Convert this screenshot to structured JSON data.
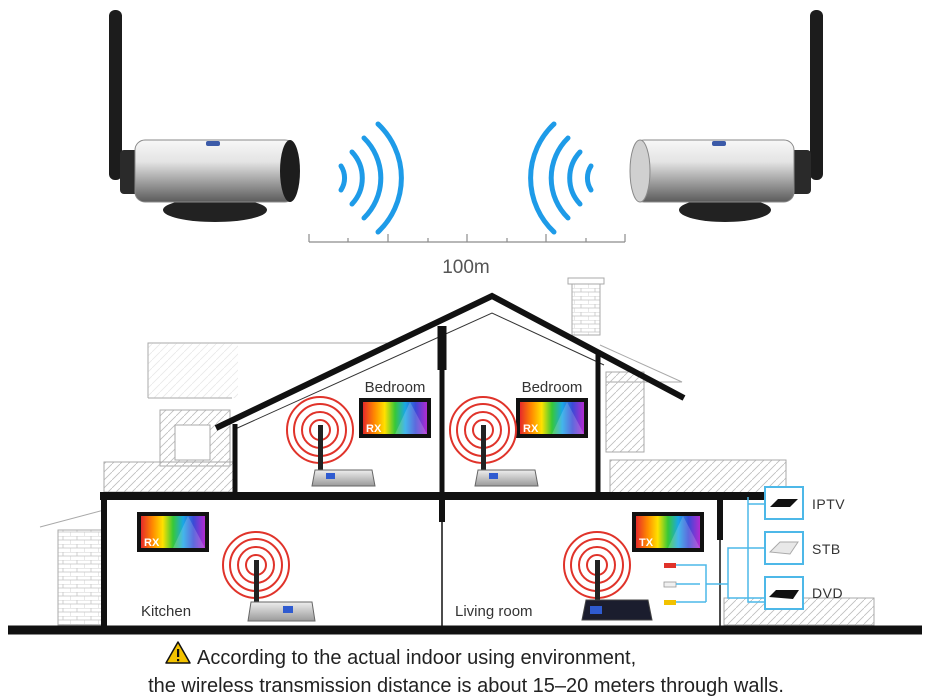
{
  "range": {
    "distance_label": "100m"
  },
  "rooms": {
    "bedroom_left": "Bedroom",
    "bedroom_right": "Bedroom",
    "kitchen": "Kitchen",
    "living_room": "Living room"
  },
  "tv_badges": {
    "bedroom_left": "RX",
    "bedroom_right": "RX",
    "kitchen": "RX",
    "living_room": "TX"
  },
  "sources": [
    {
      "label": "IPTV",
      "icon": "iptv-box-icon"
    },
    {
      "label": "STB",
      "icon": "stb-box-icon"
    },
    {
      "label": "DVD",
      "icon": "dvd-player-icon"
    }
  ],
  "notice": {
    "icon": "warning-triangle-icon",
    "line1": "According to the actual indoor using environment,",
    "line2": "the wireless transmission distance is about 15–20 meters through walls."
  },
  "colors": {
    "wave_blue": "#1e9be8",
    "signal_red": "#e0332a",
    "source_box_border": "#4db8e8",
    "warning_yellow": "#f4c300"
  }
}
